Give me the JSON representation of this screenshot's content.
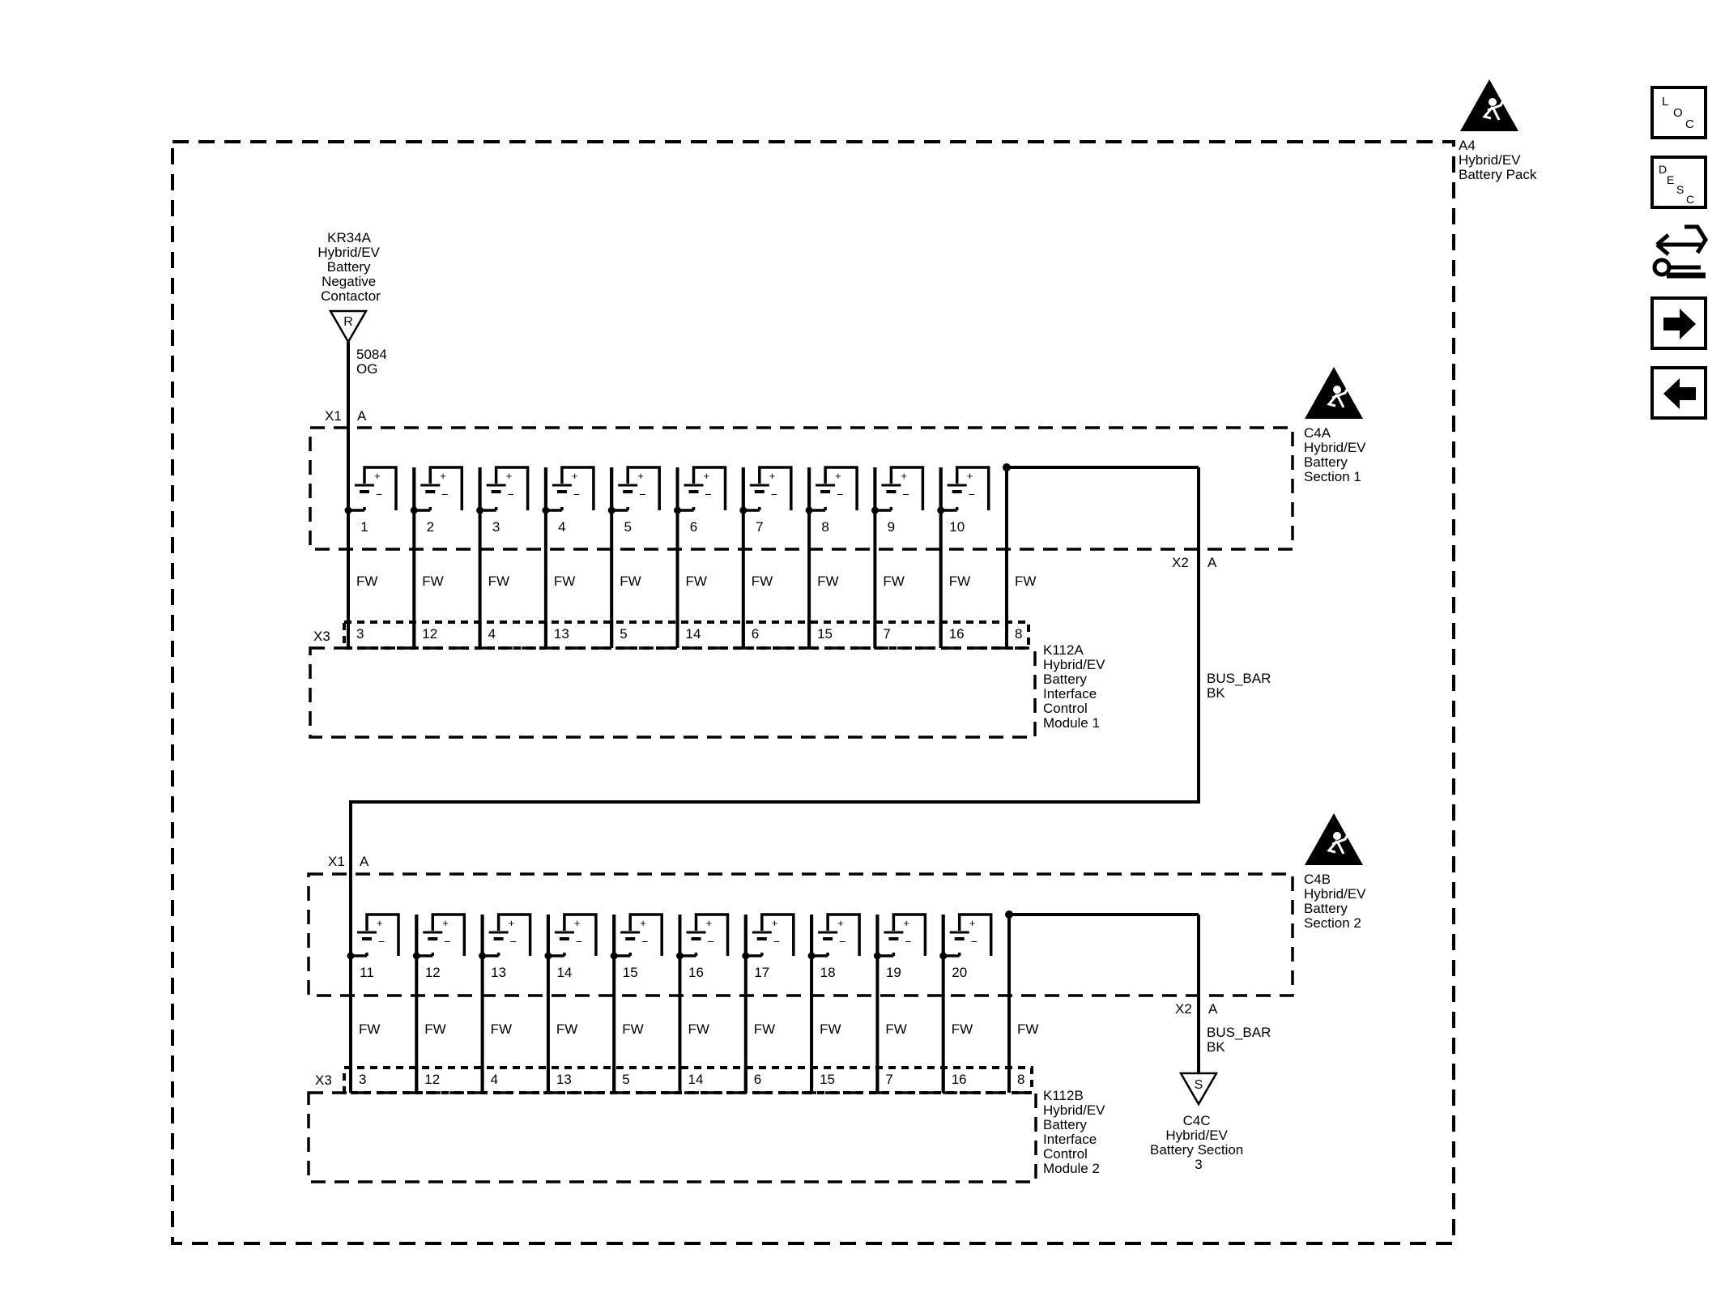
{
  "pack": {
    "lines": [
      "A4",
      "Hybrid/EV",
      "Battery Pack"
    ]
  },
  "contactor": {
    "lines": [
      "KR34A",
      "Hybrid/EV",
      "Battery",
      "Negative",
      "Contactor"
    ],
    "connector_letter": "R"
  },
  "wire_top": {
    "circuit": "5084",
    "color": "OG"
  },
  "section1": {
    "lines": [
      "C4A",
      "Hybrid/EV",
      "Battery",
      "Section 1"
    ],
    "x1_conn": "X1",
    "x1_pin": "A",
    "x2_conn": "X2",
    "x2_pin": "A",
    "cells": [
      "1",
      "2",
      "3",
      "4",
      "5",
      "6",
      "7",
      "8",
      "9",
      "10"
    ]
  },
  "section2": {
    "lines": [
      "C4B",
      "Hybrid/EV",
      "Battery",
      "Section 2"
    ],
    "x1_conn": "X1",
    "x1_pin": "A",
    "x2_conn": "X2",
    "x2_pin": "A",
    "cells": [
      "11",
      "12",
      "13",
      "14",
      "15",
      "16",
      "17",
      "18",
      "19",
      "20"
    ]
  },
  "module1": {
    "lines": [
      "K112A",
      "Hybrid/EV",
      "Battery",
      "Interface",
      "Control",
      "Module 1"
    ],
    "x3_conn": "X3",
    "pins": [
      "3",
      "12",
      "4",
      "13",
      "5",
      "14",
      "6",
      "15",
      "7",
      "16",
      "8"
    ]
  },
  "module2": {
    "lines": [
      "K112B",
      "Hybrid/EV",
      "Battery",
      "Interface",
      "Control",
      "Module 2"
    ],
    "x3_conn": "X3",
    "pins": [
      "3",
      "12",
      "4",
      "13",
      "5",
      "14",
      "6",
      "15",
      "7",
      "16",
      "8"
    ]
  },
  "sense_wire_color": "FW",
  "bus_bar_1": {
    "name": "BUS_BAR",
    "color": "BK"
  },
  "bus_bar_2": {
    "name": "BUS_BAR",
    "color": "BK"
  },
  "section3": {
    "lines": [
      "C4C",
      "Hybrid/EV",
      "Battery Section",
      "3"
    ],
    "connector_letter": "S"
  },
  "cell_plus": "+",
  "cell_minus": "−",
  "nav": {
    "loc": [
      "L",
      "O",
      "C"
    ],
    "desc": [
      "D",
      "E",
      "S",
      "C"
    ],
    "icons": [
      "loc-icon",
      "desc-icon",
      "diagnostic-icon",
      "next-arrow-icon",
      "previous-arrow-icon"
    ]
  }
}
